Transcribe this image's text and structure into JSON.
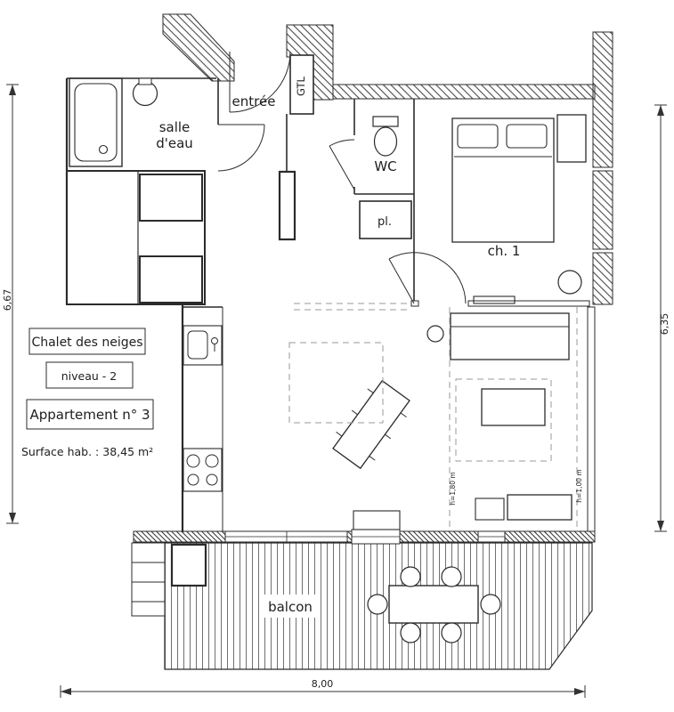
{
  "plan": {
    "rooms": {
      "entree": "entrée",
      "gtl": "GTL",
      "salle_deau_1": "salle",
      "salle_deau_2": "d'eau",
      "wc": "WC",
      "placard": "pl.",
      "chambre_1": "ch. 1",
      "balcon": "balcon"
    },
    "titleblock": {
      "chalet": "Chalet des neiges",
      "niveau": "niveau - 2",
      "appartement": "Appartement n° 3",
      "surface": "Surface hab. :  38,45 m²"
    },
    "dimensions": {
      "left_height": "6,67",
      "right_height": "6,35",
      "bottom_width": "8,00",
      "ceiling_1": "h=1,80 m",
      "ceiling_2": "h=1,00 m"
    },
    "colors": {
      "ink": "#2b2b2b",
      "hatch": "#4a4a4a",
      "dash": "#9a9a9a",
      "background": "#ffffff"
    }
  }
}
